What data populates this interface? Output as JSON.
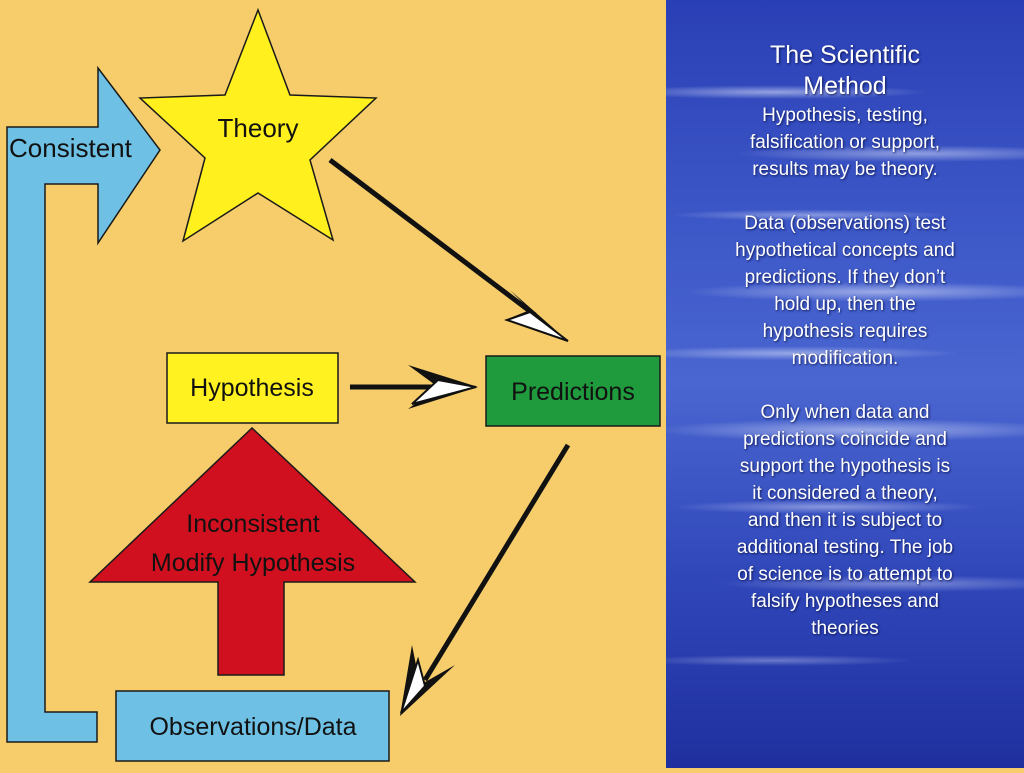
{
  "diagram": {
    "consistent_label": "Consistent",
    "theory_label": "Theory",
    "hypothesis_label": "Hypothesis",
    "predictions_label": "Predictions",
    "inconsistent_line1": "Inconsistent",
    "inconsistent_line2": "Modify Hypothesis",
    "observations_label": "Observations/Data"
  },
  "panel": {
    "title_line1": "The Scientific",
    "title_line2": "Method",
    "subtitle_lines": [
      "Hypothesis, testing,",
      "falsification or support,",
      "results may be theory."
    ],
    "paragraph1_lines": [
      "Data (observations) test",
      "hypothetical concepts and",
      "predictions. If they don’t",
      "hold up, then the",
      "hypothesis requires",
      "modification."
    ],
    "paragraph2_lines": [
      "Only when data and",
      "predictions coincide and",
      "support the hypothesis is",
      "it considered a theory,",
      "and then it is subject to",
      "additional testing. The job",
      "of science is to attempt to",
      "falsify hypotheses and",
      "theories"
    ]
  },
  "colors": {
    "background": "#f6cd6a",
    "consistent_arrow": "#6ec1e4",
    "theory_star": "#fff01e",
    "hypothesis_box": "#fff220",
    "predictions_box": "#1f9a3c",
    "inconsistent_arrow": "#d0101f",
    "observations_box": "#6ec1e4",
    "panel_blue": "#3a55c5"
  }
}
